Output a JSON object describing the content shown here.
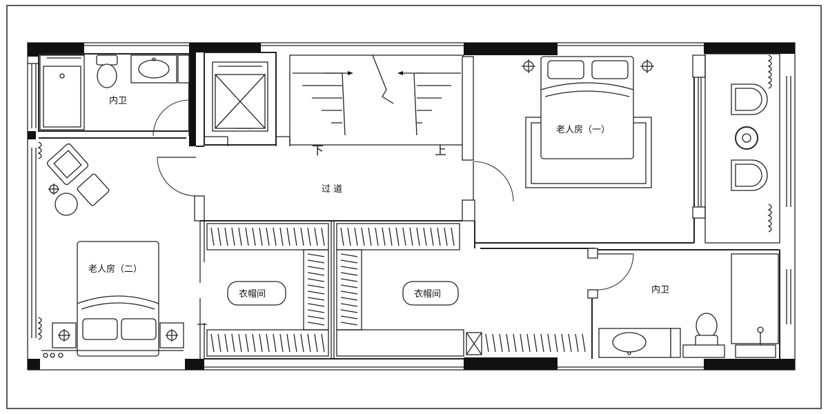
{
  "floor_plan": {
    "rooms": {
      "bathroom_top_left": "内卫",
      "bathroom_bottom_right": "内卫",
      "elder_room_1": "老人房（一）",
      "elder_room_2": "老人房（二）",
      "corridor": "过 道",
      "closet_left": "衣帽间",
      "closet_right": "衣帽间"
    },
    "stairs": {
      "down_label": "下",
      "up_label": "上"
    }
  }
}
